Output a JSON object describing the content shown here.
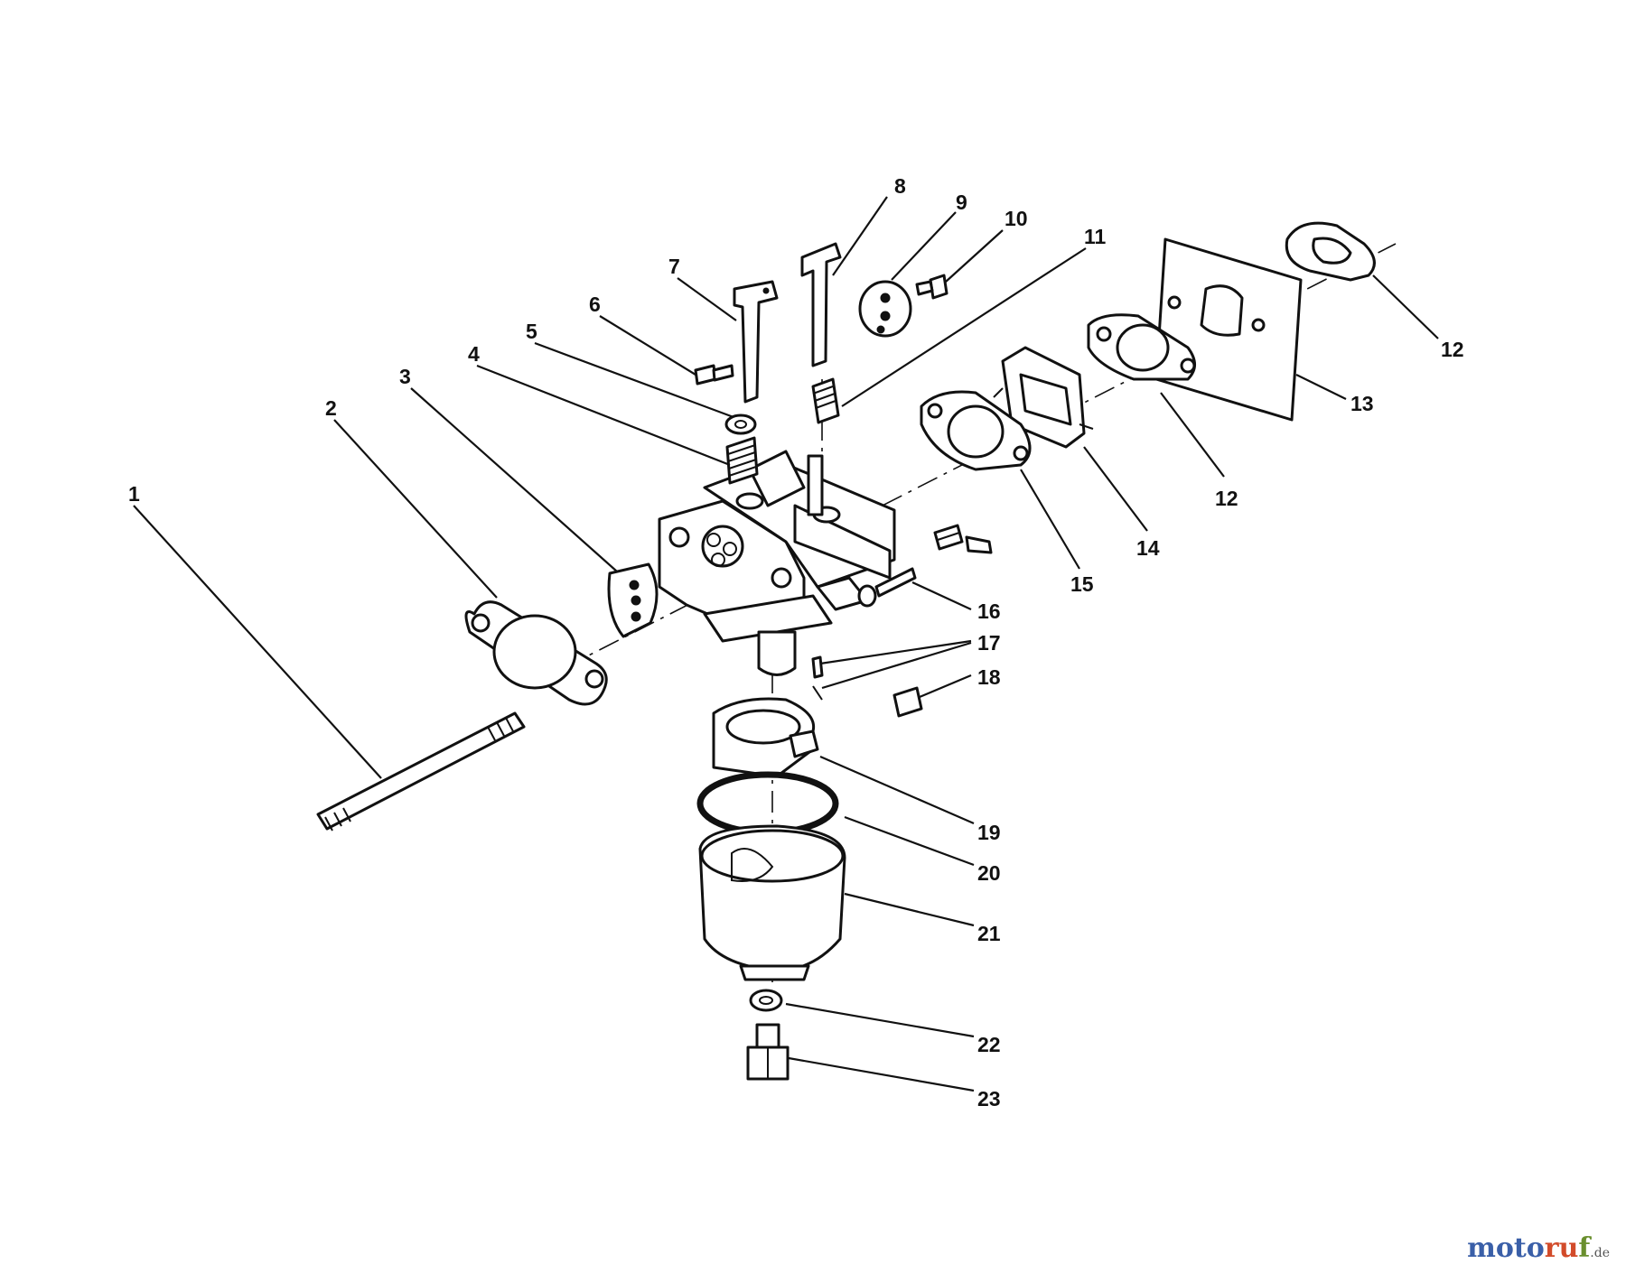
{
  "diagram": {
    "callouts": [
      {
        "id": "c1",
        "label": "1"
      },
      {
        "id": "c2",
        "label": "2"
      },
      {
        "id": "c3",
        "label": "3"
      },
      {
        "id": "c4",
        "label": "4"
      },
      {
        "id": "c5",
        "label": "5"
      },
      {
        "id": "c6",
        "label": "6"
      },
      {
        "id": "c7",
        "label": "7"
      },
      {
        "id": "c8",
        "label": "8"
      },
      {
        "id": "c9",
        "label": "9"
      },
      {
        "id": "c10",
        "label": "10"
      },
      {
        "id": "c11",
        "label": "11"
      },
      {
        "id": "c12a",
        "label": "12"
      },
      {
        "id": "c12b",
        "label": "12"
      },
      {
        "id": "c13",
        "label": "13"
      },
      {
        "id": "c14",
        "label": "14"
      },
      {
        "id": "c15",
        "label": "15"
      },
      {
        "id": "c16",
        "label": "16"
      },
      {
        "id": "c17",
        "label": "17"
      },
      {
        "id": "c18",
        "label": "18"
      },
      {
        "id": "c19",
        "label": "19"
      },
      {
        "id": "c20",
        "label": "20"
      },
      {
        "id": "c21",
        "label": "21"
      },
      {
        "id": "c22",
        "label": "22"
      },
      {
        "id": "c23",
        "label": "23"
      }
    ]
  },
  "watermark": {
    "part1": "moto",
    "part2": "ru",
    "part3": "f",
    "suffix": ".de"
  },
  "colors": {
    "line": "#111111",
    "background": "#ffffff",
    "watermark_blue": "#3a5fa8",
    "watermark_red": "#d24b2a",
    "watermark_green": "#6a8f2e"
  }
}
